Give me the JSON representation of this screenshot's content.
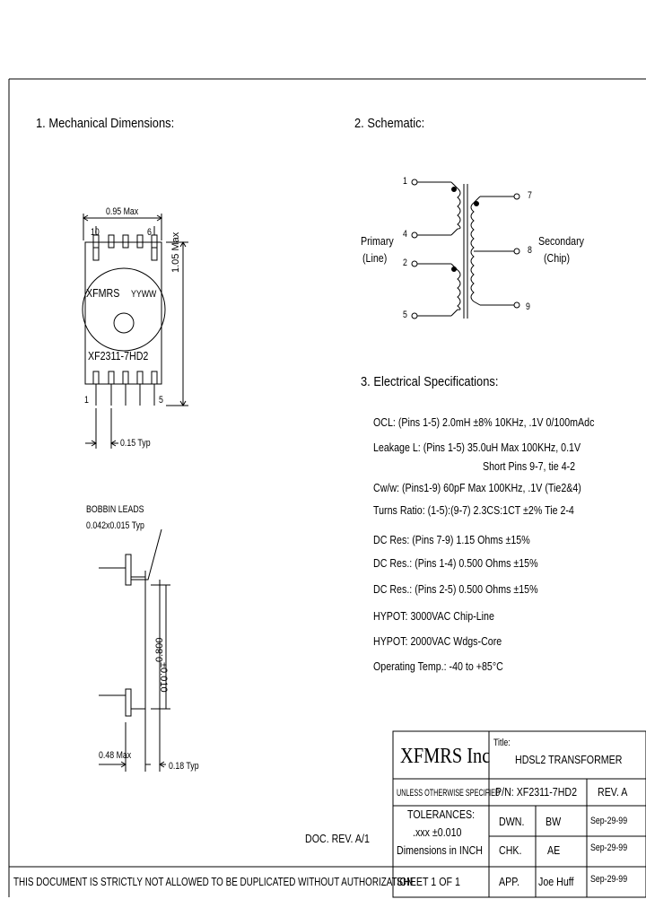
{
  "sections": {
    "mechanical_title": "1. Mechanical Dimensions:",
    "schematic_title": "2. Schematic:",
    "electrical_title": "3. Electrical Specifications:"
  },
  "mechanical": {
    "width_label": "0.95 Max",
    "height_label": "1.05 Max",
    "pin10": "10",
    "pin6": "6",
    "pin1": "1",
    "pin5": "5",
    "brand": "XFMRS",
    "datecode": "YYWW",
    "part": "XF2311-7HD2",
    "pitch_label": "0.15 Typ",
    "bobbin_title": "BOBBIN LEADS",
    "bobbin_size": "0.042x0.015 Typ",
    "lead_height": "0.800",
    "lead_tol": "±0.010",
    "lead_width": "0.48 Max",
    "lead_thk": "0.18 Typ"
  },
  "schematic": {
    "pins": {
      "p1": "1",
      "p4": "4",
      "p2": "2",
      "p5": "5",
      "p7": "7",
      "p8": "8",
      "p9": "9"
    },
    "primary": [
      "Primary",
      "(Line)"
    ],
    "secondary": [
      "Secondary",
      "(Chip)"
    ]
  },
  "specs": [
    "OCL: (Pins 1-5) 2.0mH ±8%  10KHz, .1V  0/100mAdc",
    "Leakage L: (Pins 1-5) 35.0uH Max  100KHz, 0.1V",
    "Short Pins 9-7, tie 4-2",
    "Cw/w: (Pins1-9) 60pF Max 100KHz, .1V (Tie2&4)",
    "Turns Ratio: (1-5):(9-7)  2.3CS:1CT ±2% Tie 2-4",
    "DC Res: (Pins 7-9) 1.15 Ohms ±15%",
    "DC Res.: (Pins 1-4) 0.500 Ohms ±15%",
    "DC Res.: (Pins 2-5) 0.500 Ohms ±15%",
    "HYPOT: 3000VAC  Chip-Line",
    "HYPOT: 2000VAC Wdgs-Core",
    "Operating Temp.: -40 to +85°C"
  ],
  "title_block": {
    "company": "XFMRS Inc",
    "title_label": "Title:",
    "title": "HDSL2 TRANSFORMER",
    "tol_note": "UNLESS OTHERWISE SPECIFIED",
    "pn": "P/N: XF2311-7HD2",
    "rev": "REV. A",
    "tolerances": "TOLERANCES:",
    "tol_value": ".xxx ±0.010",
    "units": "Dimensions in INCH",
    "dwn_label": "DWN.",
    "dwn_name": "BW",
    "dwn_date": "Sep-29-99",
    "chk_label": "CHK.",
    "chk_name": "AE",
    "chk_date": "Sep-29-99",
    "sheet": "SHEET 1 OF 1",
    "app_label": "APP.",
    "app_name": "Joe Huff",
    "app_date": "Sep-29-99"
  },
  "doc_rev": "DOC. REV. A/1",
  "footer": "THIS DOCUMENT IS STRICTLY NOT ALLOWED TO BE DUPLICATED WITHOUT AUTHORIZATION"
}
